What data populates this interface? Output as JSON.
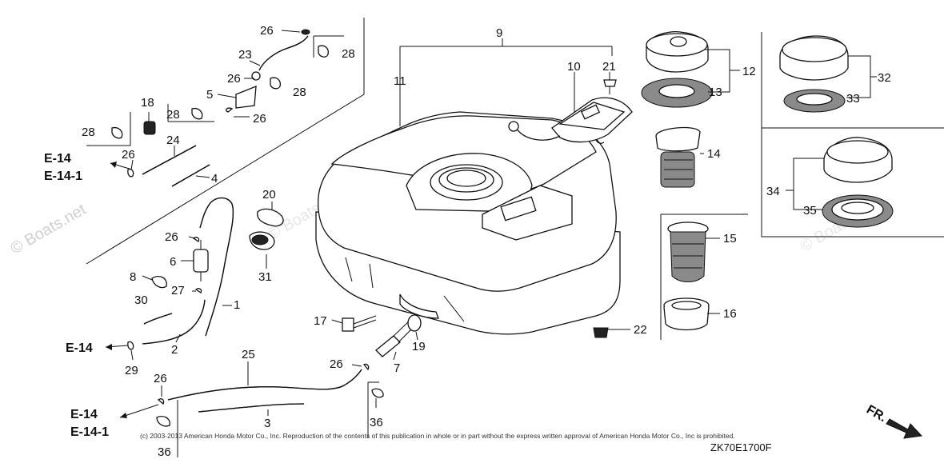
{
  "watermark": "© Boats.net",
  "copyright": "(c) 2003-2013 American Honda Motor Co., Inc. Reproduction of the contents of this publication in whole or in part without the express written approval of American Honda Motor Co., Inc is prohibited.",
  "diagram_code": "ZK70E1700F",
  "front_label": "FR.",
  "refs": {
    "e14_a": "E-14",
    "e141_a": "E-14-1",
    "e14_b": "E-14",
    "e14_c": "E-14",
    "e141_c": "E-14-1"
  },
  "callouts": {
    "p1": "1",
    "p2": "2",
    "p3": "3",
    "p4": "4",
    "p5": "5",
    "p6": "6",
    "p7": "7",
    "p8": "8",
    "p9": "9",
    "p10": "10",
    "p11": "11",
    "p12": "12",
    "p13": "13",
    "p14": "14",
    "p15": "15",
    "p16": "16",
    "p17": "17",
    "p18": "18",
    "p19": "19",
    "p20": "20",
    "p21": "21",
    "p22": "22",
    "p23": "23",
    "p24": "24",
    "p25": "25",
    "p26a": "26",
    "p26b": "26",
    "p26c": "26",
    "p26d": "26",
    "p26e": "26",
    "p26f": "26",
    "p26g": "26",
    "p27": "27",
    "p28a": "28",
    "p28b": "28",
    "p28c": "28",
    "p28d": "28",
    "p29": "29",
    "p30": "30",
    "p31": "31",
    "p32": "32",
    "p33": "33",
    "p34": "34",
    "p35": "35",
    "p36a": "36",
    "p36b": "36"
  }
}
